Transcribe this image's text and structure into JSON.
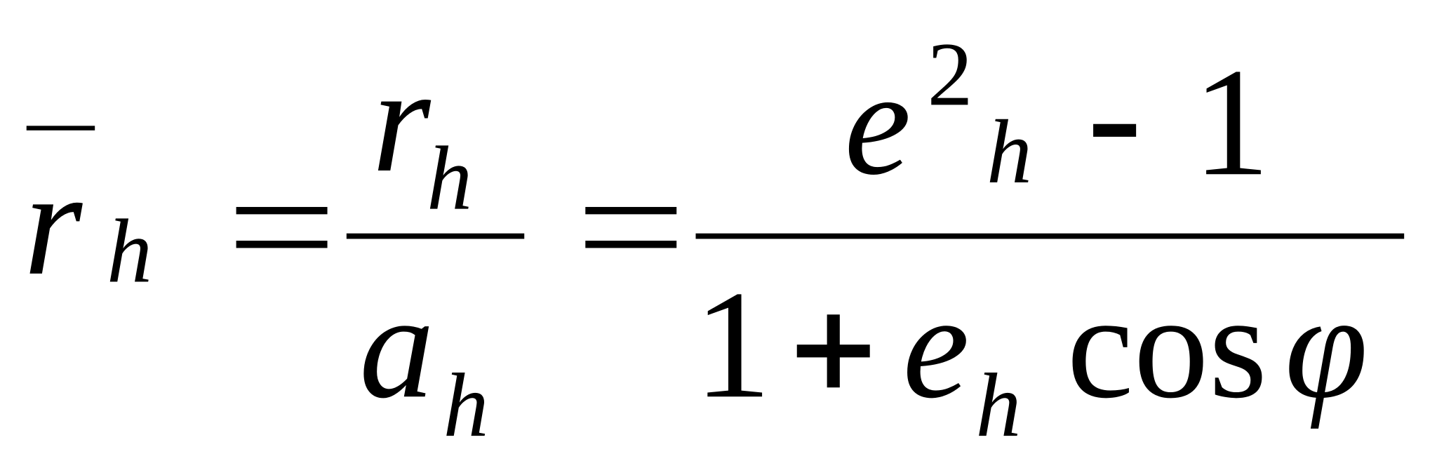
{
  "equation": {
    "lhs": {
      "symbol": "r",
      "subscript": "h",
      "accent": "bar"
    },
    "equals": "=",
    "fraction1": {
      "numerator": {
        "symbol": "r",
        "subscript": "h"
      },
      "denominator": {
        "symbol": "a",
        "subscript": "h"
      }
    },
    "fraction2": {
      "numerator": {
        "symbol": "e",
        "superscript": "2",
        "subscript": "h",
        "operator": "-",
        "constant": "1"
      },
      "denominator": {
        "constant": "1",
        "operator": "+",
        "symbol": "e",
        "subscript": "h",
        "function": "cos",
        "argument": "φ"
      }
    }
  }
}
